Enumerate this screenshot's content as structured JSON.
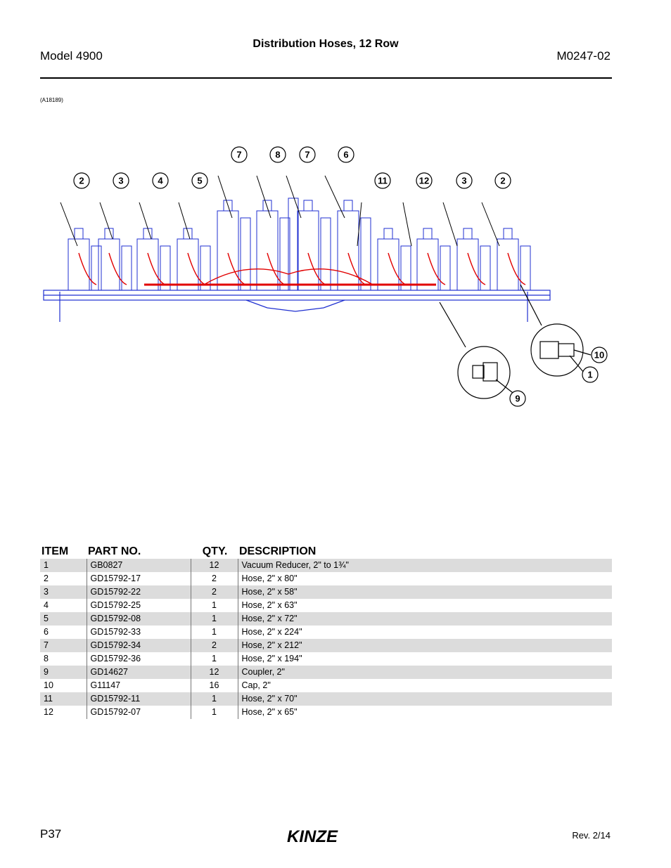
{
  "header": {
    "model": "Model 4900",
    "title": "Distribution Hoses, 12 Row",
    "doc_number": "M0247-02"
  },
  "figure": {
    "ref": "(A18189)",
    "callouts_top_upper": [
      "7",
      "8",
      "7",
      "6"
    ],
    "callouts_top_lower": [
      "2",
      "3",
      "4",
      "5",
      "11",
      "12",
      "3",
      "2"
    ],
    "callouts_detail": [
      "10",
      "1",
      "9"
    ],
    "colors": {
      "hose": "#e10000",
      "frame": "#1f2fd0",
      "callout": "#000000"
    }
  },
  "table": {
    "headers": {
      "item": "ITEM",
      "part": "PART NO.",
      "qty": "QTY.",
      "desc": "DESCRIPTION"
    },
    "rows": [
      {
        "item": "1",
        "part": "GB0827",
        "qty": "12",
        "desc": "Vacuum Reducer, 2\" to 1¾\""
      },
      {
        "item": "2",
        "part": "GD15792-17",
        "qty": "2",
        "desc": "Hose, 2\" x 80\""
      },
      {
        "item": "3",
        "part": "GD15792-22",
        "qty": "2",
        "desc": "Hose, 2\" x 58\""
      },
      {
        "item": "4",
        "part": "GD15792-25",
        "qty": "1",
        "desc": "Hose, 2\" x 63\""
      },
      {
        "item": "5",
        "part": "GD15792-08",
        "qty": "1",
        "desc": "Hose, 2\" x 72\""
      },
      {
        "item": "6",
        "part": "GD15792-33",
        "qty": "1",
        "desc": "Hose, 2\" x 224\""
      },
      {
        "item": "7",
        "part": "GD15792-34",
        "qty": "2",
        "desc": "Hose, 2\" x 212\""
      },
      {
        "item": "8",
        "part": "GD15792-36",
        "qty": "1",
        "desc": "Hose, 2\" x 194\""
      },
      {
        "item": "9",
        "part": "GD14627",
        "qty": "12",
        "desc": "Coupler, 2\""
      },
      {
        "item": "10",
        "part": "G11147",
        "qty": "16",
        "desc": "Cap, 2\""
      },
      {
        "item": "11",
        "part": "GD15792-11",
        "qty": "1",
        "desc": "Hose, 2\" x 70\""
      },
      {
        "item": "12",
        "part": "GD15792-07",
        "qty": "1",
        "desc": "Hose, 2\" x 65\""
      }
    ]
  },
  "footer": {
    "page": "P37",
    "rev": "Rev. 2/14",
    "logo_text": "KINZE"
  }
}
